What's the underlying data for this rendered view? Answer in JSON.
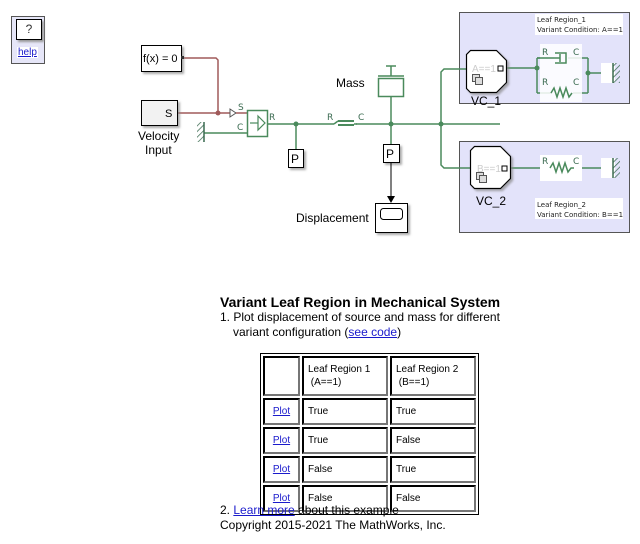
{
  "help": {
    "icon": "?",
    "label": "help"
  },
  "diagram": {
    "blocks": {
      "fx": "f(x) = 0",
      "velocity_source_port": "S",
      "velocity_label_line1": "Velocity",
      "velocity_label_line2": "Input",
      "sensor_port_s": "S",
      "sensor_port_c": "C",
      "sensor_port_r": "R",
      "probe1": "P",
      "probe2": "P",
      "spring_port_r": "R",
      "spring_port_c": "C",
      "mass_label": "Mass",
      "scope_label": "Displacement",
      "vc1_label": "VC_1",
      "vc1_condition": "A==1",
      "vc2_label": "VC_2",
      "vc2_condition": "B==1",
      "damper_port_r": "R",
      "damper_port_c": "C",
      "res1_port_r": "R",
      "res1_port_c": "C",
      "res2_port_r": "R",
      "res2_port_c": "C"
    },
    "regions": [
      {
        "name": "Leaf Region_1",
        "condition": "Variant Condition: A==1"
      },
      {
        "name": "Leaf Region_2",
        "condition": "Variant Condition: B==1"
      }
    ],
    "colors": {
      "mech_line": "#4a8a5c",
      "signal_line": "#a05a5a",
      "region_fill": "#e3e3fa"
    }
  },
  "doc": {
    "title": "Variant Leaf Region in Mechanical System",
    "item1_prefix": "1. Plot displacement of source and mass for different",
    "item1_line2": "variant configuration  (",
    "item1_link": "see code",
    "item1_suffix": ")",
    "table": {
      "headers": [
        "",
        "Leaf Region 1",
        "Leaf Region 2"
      ],
      "subheaders": [
        "",
        "(A==1)",
        "(B==1)"
      ],
      "rows": [
        {
          "action": "Plot",
          "r1": "True",
          "r2": "True"
        },
        {
          "action": "Plot",
          "r1": "True",
          "r2": "False"
        },
        {
          "action": "Plot",
          "r1": "False",
          "r2": "True"
        },
        {
          "action": "Plot",
          "r1": "False",
          "r2": "False"
        }
      ]
    },
    "item2_prefix": "2. ",
    "item2_link": "Learn more",
    "item2_suffix": " about this example",
    "copyright": "Copyright 2015-2021 The MathWorks, Inc."
  }
}
